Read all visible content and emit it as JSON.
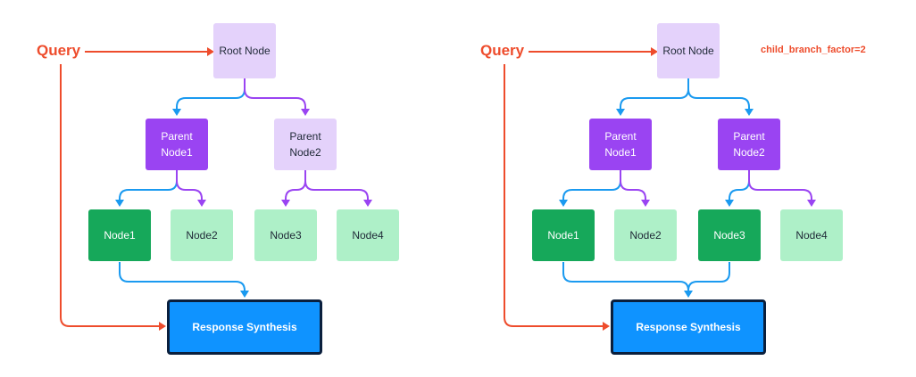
{
  "colors": {
    "query_arrow": "#ee4c2c",
    "blue_arrow": "#1a9af0",
    "purple_arrow": "#9a44f2",
    "root_node": "#e4d2fb",
    "parent_selected": "#9a44f2",
    "parent_unselected": "#e4d2fb",
    "leaf_selected": "#16a85a",
    "leaf_unselected": "#aef0c8",
    "response_synthesis": "#0f93ff"
  },
  "left": {
    "query_label": "Query",
    "root": "Root Node",
    "parent1": [
      "Parent",
      "Node1"
    ],
    "parent2": [
      "Parent",
      "Node2"
    ],
    "leaves": [
      "Node1",
      "Node2",
      "Node3",
      "Node4"
    ],
    "response": "Response Synthesis"
  },
  "right": {
    "query_label": "Query",
    "root": "Root Node",
    "annotation": "child_branch_factor=2",
    "parent1": [
      "Parent",
      "Node1"
    ],
    "parent2": [
      "Parent",
      "Node2"
    ],
    "leaves": [
      "Node1",
      "Node2",
      "Node3",
      "Node4"
    ],
    "response": "Response Synthesis"
  }
}
